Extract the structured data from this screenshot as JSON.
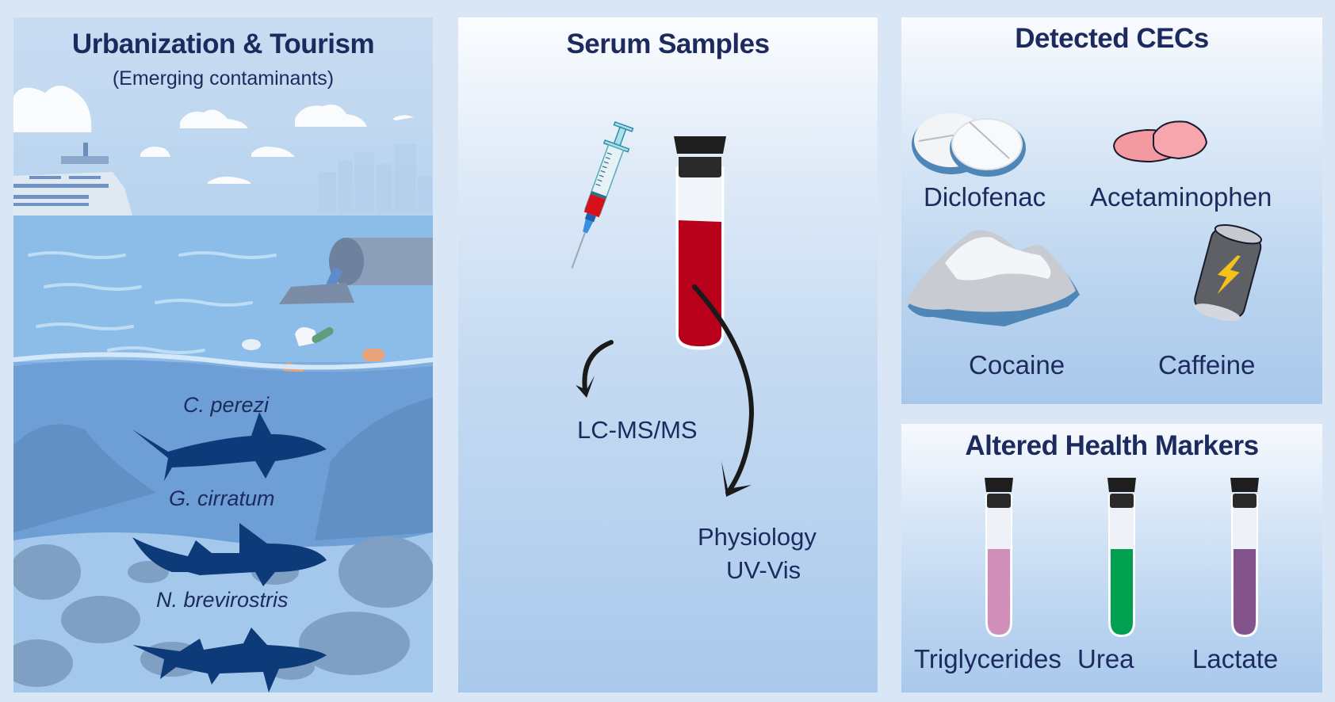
{
  "panels": {
    "urbanization": {
      "title": "Urbanization & Tourism",
      "subtitle": "(Emerging contaminants)",
      "species": [
        "C. perezi",
        "G. cirratum",
        "N. brevirostris"
      ]
    },
    "serum": {
      "title": "Serum Samples",
      "methods": [
        "LC-MS/MS",
        "Physiology",
        "UV-Vis"
      ]
    },
    "cecs": {
      "title": "Detected CECs",
      "items": [
        "Diclofenac",
        "Acetaminophen",
        "Cocaine",
        "Caffeine"
      ]
    },
    "markers": {
      "title": "Altered Health Markers",
      "items": [
        {
          "label": "Triglycerides",
          "color": "#d08fb8"
        },
        {
          "label": "Urea",
          "color": "#00a050"
        },
        {
          "label": "Lactate",
          "color": "#83548c"
        }
      ]
    }
  },
  "colors": {
    "title_text": "#1c2a5e",
    "blood": "#b8001a",
    "shark": "#0d3a78",
    "frame": "#d8e6f6"
  }
}
